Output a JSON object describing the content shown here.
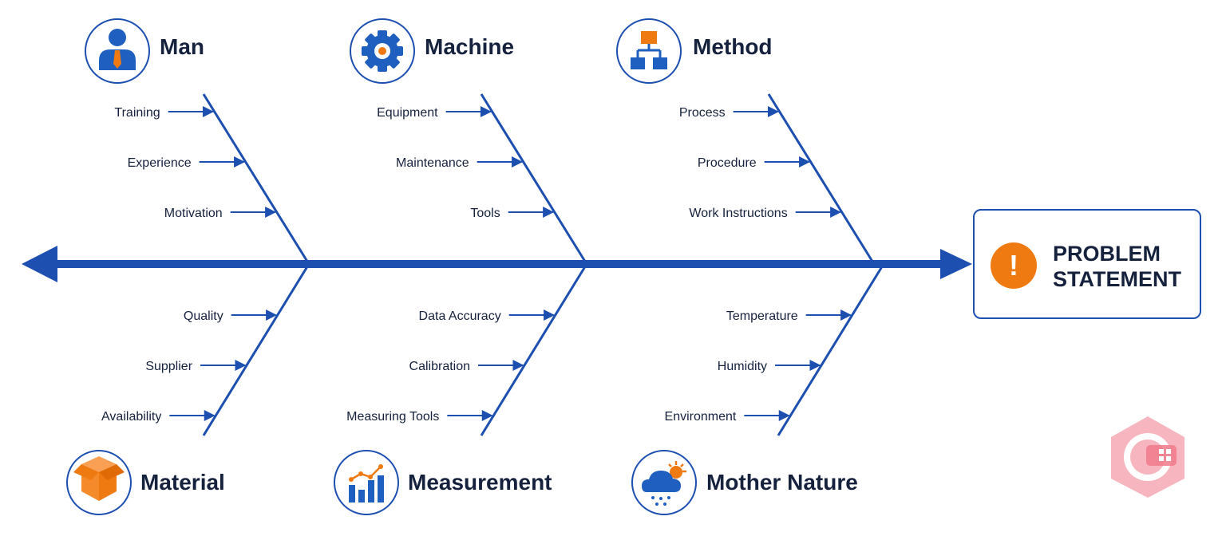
{
  "colors": {
    "spine": "#1d4fb0",
    "text": "#15213d",
    "accent_orange": "#f07a12",
    "icon_blue": "#1f5fbf",
    "watermark_pink": "#f07a8a"
  },
  "categories": [
    {
      "title": "Man",
      "icon": "person-icon",
      "causes": [
        "Training",
        "Experience",
        "Motivation"
      ]
    },
    {
      "title": "Machine",
      "icon": "gear-icon",
      "causes": [
        "Equipment",
        "Maintenance",
        "Tools"
      ]
    },
    {
      "title": "Method",
      "icon": "flowchart-icon",
      "causes": [
        "Process",
        "Procedure",
        "Work Instructions"
      ]
    },
    {
      "title": "Material",
      "icon": "box-icon",
      "causes": [
        "Quality",
        "Supplier",
        "Availability"
      ]
    },
    {
      "title": "Measurement",
      "icon": "bar-chart-icon",
      "causes": [
        "Data Accuracy",
        "Calibration",
        "Measuring Tools"
      ]
    },
    {
      "title": "Mother Nature",
      "icon": "weather-icon",
      "causes": [
        "Temperature",
        "Humidity",
        "Environment"
      ]
    }
  ],
  "problem": {
    "text": "PROBLEM\nSTATEMENT",
    "icon": "exclamation-icon"
  },
  "watermark": {
    "icon": "logo-watermark-icon"
  }
}
